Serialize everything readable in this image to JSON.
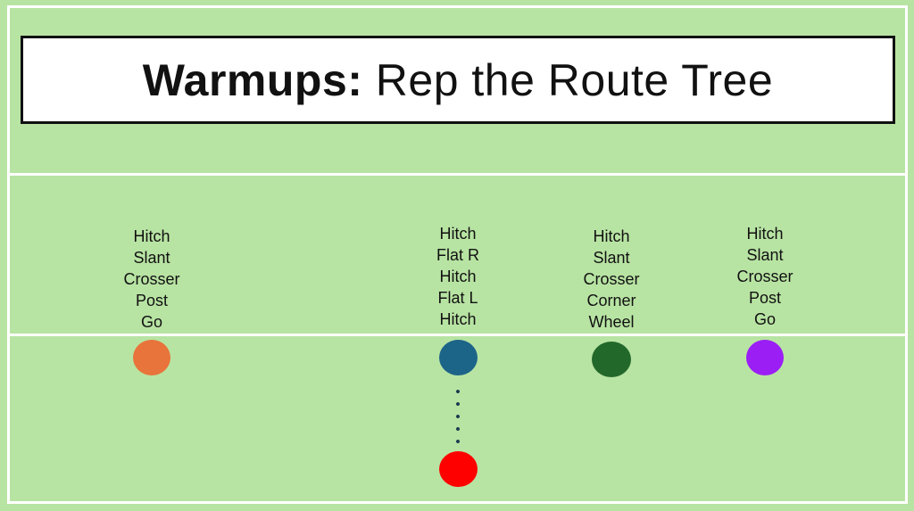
{
  "title": {
    "bold": "Warmups:",
    "rest": " Rep the Route Tree"
  },
  "players": [
    {
      "routes": [
        "Hitch",
        "Slant",
        "Crosser",
        "Post",
        "Go"
      ],
      "color": "#e8743b"
    },
    {
      "routes": [
        "Hitch",
        "Flat R",
        "Hitch",
        "Flat L",
        "Hitch"
      ],
      "color": "#1d6489"
    },
    {
      "routes": [
        "Hitch",
        "Slant",
        "Crosser",
        "Corner",
        "Wheel"
      ],
      "color": "#23682b"
    },
    {
      "routes": [
        "Hitch",
        "Slant",
        "Crosser",
        "Post",
        "Go"
      ],
      "color": "#9b1ef5"
    }
  ],
  "qb": {
    "color": "#ff0000"
  },
  "field_color": "#b8e4a3"
}
